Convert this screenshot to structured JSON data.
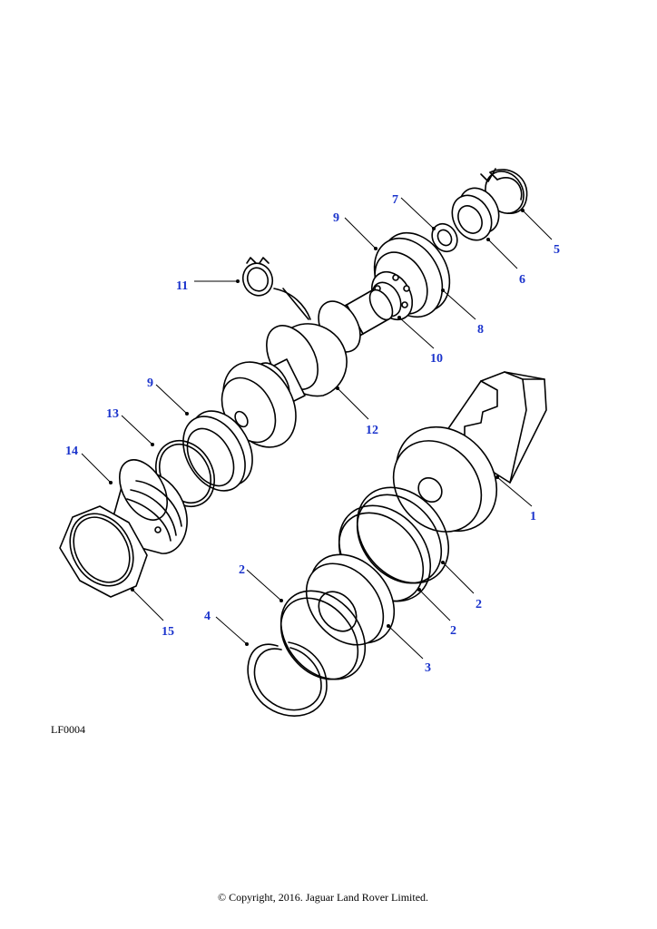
{
  "diagram": {
    "reference_code": "LF0004",
    "copyright": "© Copyright, 2016. Jaguar Land Rover Limited.",
    "colors": {
      "callout": "#1a33cc",
      "line": "#000000",
      "background": "#ffffff"
    },
    "callouts": [
      {
        "id": "c1",
        "label": "1"
      },
      {
        "id": "c2a",
        "label": "2"
      },
      {
        "id": "c2b",
        "label": "2"
      },
      {
        "id": "c2c",
        "label": "2"
      },
      {
        "id": "c3",
        "label": "3"
      },
      {
        "id": "c4",
        "label": "4"
      },
      {
        "id": "c5",
        "label": "5"
      },
      {
        "id": "c6",
        "label": "6"
      },
      {
        "id": "c7",
        "label": "7"
      },
      {
        "id": "c8",
        "label": "8"
      },
      {
        "id": "c9a",
        "label": "9"
      },
      {
        "id": "c9b",
        "label": "9"
      },
      {
        "id": "c10",
        "label": "10"
      },
      {
        "id": "c11",
        "label": "11"
      },
      {
        "id": "c12",
        "label": "12"
      },
      {
        "id": "c13",
        "label": "13"
      },
      {
        "id": "c14",
        "label": "14"
      },
      {
        "id": "c15",
        "label": "15"
      }
    ]
  }
}
